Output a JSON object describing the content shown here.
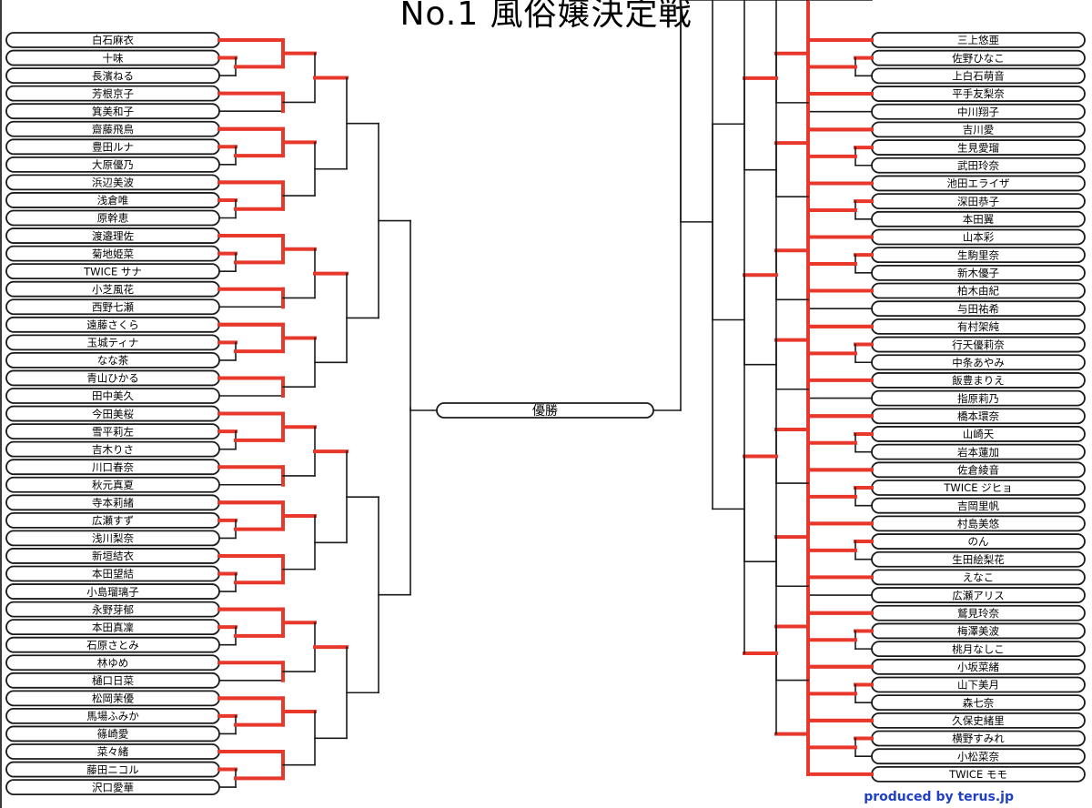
{
  "title": "No.1 風俗嬢決定戦",
  "champion_label": "優勝",
  "credit": "produced by terus.jp",
  "colors": {
    "winner": "#e8382c",
    "line": "#1a1a1a"
  },
  "left_entrants": [
    "白石麻衣",
    "十味",
    "長濱ねる",
    "芳根京子",
    "箕美和子",
    "齋藤飛鳥",
    "豊田ルナ",
    "大原優乃",
    "浜辺美波",
    "浅倉唯",
    "原幹恵",
    "渡邉理佐",
    "菊地姫菜",
    "TWICE サナ",
    "小芝風花",
    "西野七瀬",
    "遠藤さくら",
    "玉城ティナ",
    "なな茶",
    "青山ひかる",
    "田中美久",
    "今田美桜",
    "雪平莉左",
    "吉木りさ",
    "川口春奈",
    "秋元真夏",
    "寺本莉緒",
    "広瀬すず",
    "浅川梨奈",
    "新垣結衣",
    "本田望結",
    "小島瑠璃子",
    "永野芽郁",
    "本田真凜",
    "石原さとみ",
    "林ゆめ",
    "樋口日菜",
    "松岡茉優",
    "馬場ふみか",
    "篠崎愛",
    "菜々緒",
    "藤田ニコル",
    "沢口愛華"
  ],
  "right_entrants": [
    "三上悠亜",
    "佐野ひなこ",
    "上白石萌音",
    "平手友梨奈",
    "中川翔子",
    "吉川愛",
    "生見愛瑠",
    "武田玲奈",
    "池田エライザ",
    "深田恭子",
    "本田翼",
    "山本彩",
    "生駒里奈",
    "新木優子",
    "柏木由紀",
    "与田祐希",
    "有村架純",
    "行天優莉奈",
    "中条あやみ",
    "飯豊まりえ",
    "指原莉乃",
    "橋本環奈",
    "山崎天",
    "岩本蓮加",
    "佐倉綾音",
    "TWICE ジヒョ",
    "吉岡里帆",
    "村島美悠",
    "のん",
    "生田絵梨花",
    "えなこ",
    "広瀬アリス",
    "鷲見玲奈",
    "梅澤美波",
    "桃月なしこ",
    "小坂菜緒",
    "山下美月",
    "森七奈",
    "久保史緒里",
    "横野すみれ",
    "小松菜奈",
    "TWICE モモ"
  ]
}
